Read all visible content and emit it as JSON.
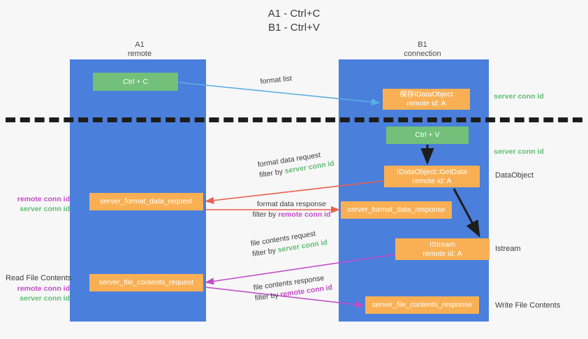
{
  "title": {
    "line1": "A1 - Ctrl+C",
    "line2": "B1 - Ctrl+V"
  },
  "columns": {
    "left": {
      "name": "A1",
      "role": "remote"
    },
    "right": {
      "name": "B1",
      "role": "connection"
    }
  },
  "boxes": {
    "ctrl_c": {
      "line1": "Ctrl + C",
      "color": "#72c07a"
    },
    "clipboard_dataobject": {
      "line1": "保存IDataObject",
      "line2": "remote id: A",
      "color": "#f9b054"
    },
    "ctrl_v": {
      "line1": "Ctrl + V",
      "color": "#72c07a"
    },
    "getdata": {
      "line1": "IDataObject::GetData",
      "line2": "remote id: A",
      "color": "#f9b054"
    },
    "server_format_data_request": {
      "line1": "server_format_data_request",
      "color": "#f9b054"
    },
    "server_format_data_response": {
      "line1": "server_format_data_response",
      "color": "#f9b054"
    },
    "istream": {
      "line1": "IStream",
      "line2": "remote id: A",
      "color": "#f9b054"
    },
    "server_file_contents_request": {
      "line1": "server_file_contents_request",
      "color": "#f9b054"
    },
    "server_file_contents_response": {
      "line1": "server_file_contents_response",
      "color": "#f9b054"
    }
  },
  "flows": {
    "format_list": {
      "text": "format list"
    },
    "format_data_request": {
      "text": "format data request",
      "filter_prefix": "filter by ",
      "filter_value": "server conn id"
    },
    "format_data_response": {
      "text": "format data response",
      "filter_prefix": "filter by ",
      "filter_value": "remote conn id"
    },
    "file_contents_request": {
      "text": "file contents request",
      "filter_prefix": "filter by ",
      "filter_value": "server conn id"
    },
    "file_contents_response": {
      "text": "file contents response",
      "filter_prefix": "filter by ",
      "filter_value": "remote conn id"
    }
  },
  "annotations": {
    "server_conn_id_top": "server conn id",
    "server_conn_id_mid": "server conn id",
    "dataobject": "DataObject",
    "istream": "Istream",
    "write_file_contents": "Write File Contents",
    "read_file_contents": "Read File Contents",
    "remote_conn_id": "remote conn id",
    "server_conn_id": "server conn id"
  },
  "colors": {
    "lane": "#4a7fdc",
    "green_box": "#72c07a",
    "orange_box": "#f9b054",
    "green_text": "#63bd76",
    "purple_text": "#c24ec8",
    "arrow_blue": "#5aaee0",
    "arrow_red": "#e8604c",
    "arrow_magenta": "#c24ec8",
    "arrow_dark": "#1d1d1d",
    "background": "#f7f7f7"
  }
}
